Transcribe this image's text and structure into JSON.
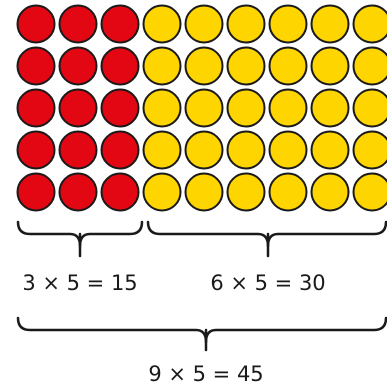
{
  "grid": {
    "rows": 5,
    "columns": 9,
    "red_columns": 3,
    "yellow_columns": 6,
    "red_color": "#e30613",
    "yellow_color": "#ffd500",
    "outline_color": "#1a1a1a"
  },
  "labels": {
    "left_group": "3 × 5 = 15",
    "right_group": "6 × 5 = 30",
    "total": "9 × 5 = 45"
  }
}
